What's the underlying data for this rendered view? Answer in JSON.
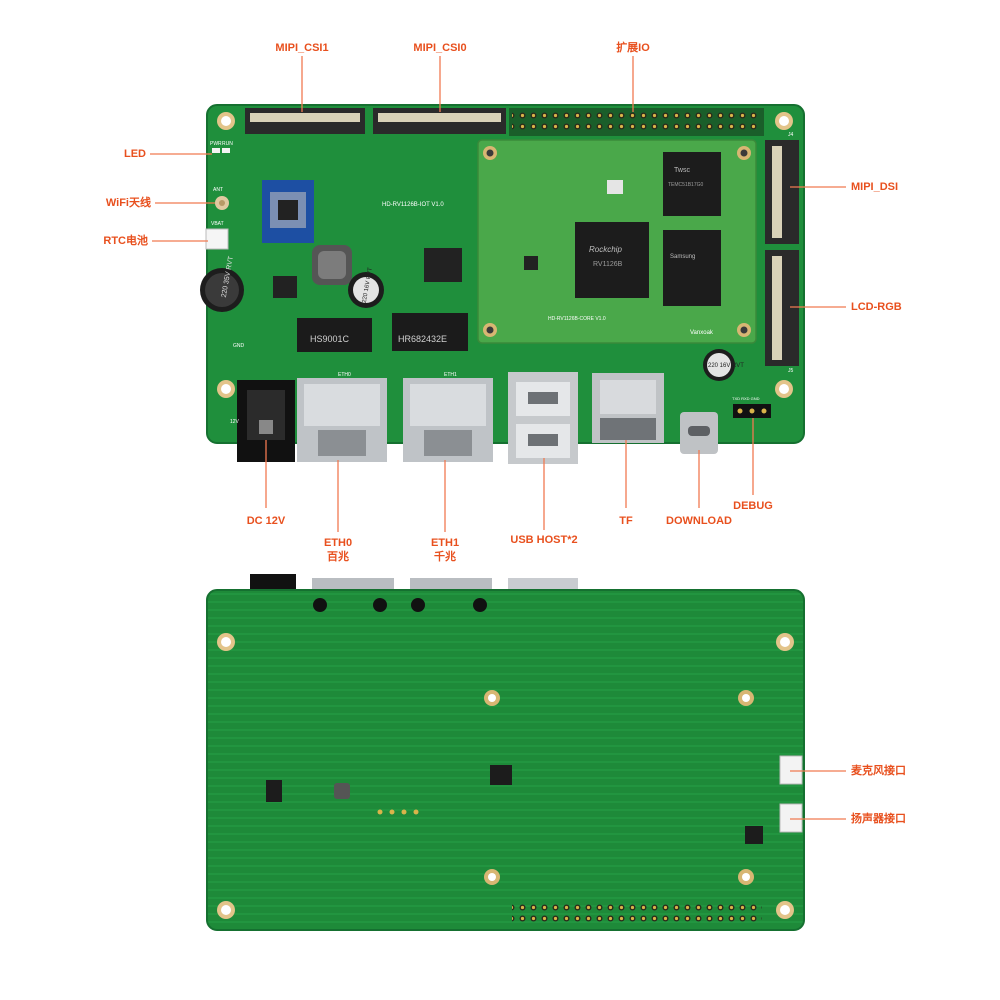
{
  "colors": {
    "pcb": "#1f8f3c",
    "pcb_dark": "#176f2e",
    "core": "#4aa84a",
    "callout": "#e8501e",
    "leader": "#f07a50",
    "metal": "#c9ccd0",
    "chip": "#1b1b1b"
  },
  "top_labels": {
    "mipi_csi1": "MIPI_CSI1",
    "mipi_csi0": "MIPI_CSI0",
    "expansion_io": "扩展IO",
    "led": "LED",
    "wifi_antenna": "WiFi天线",
    "rtc_battery": "RTC电池",
    "mipi_dsi": "MIPI_DSI",
    "lcd_rgb": "LCD-RGB",
    "dc_12v": "DC 12V",
    "eth0_line1": "ETH0",
    "eth0_line2": "百兆",
    "eth1_line1": "ETH1",
    "eth1_line2": "千兆",
    "usb_host": "USB HOST*2",
    "tf": "TF",
    "download": "DOWNLOAD",
    "debug": "DEBUG"
  },
  "bottom_labels": {
    "mic": "麦克风接口",
    "speaker": "扬声器接口"
  },
  "silkscreen": {
    "board_name": "HD-RV1126B-IOT V1.0",
    "core_name": "HD-RV1126B-CORE V1.0",
    "soc_brand": "Rockchip",
    "soc_model": "RV1126B",
    "ram_brand": "Twsc",
    "ram_model": "TEMC51B17G0",
    "flash_brand": "Samsung",
    "phy0": "HS9001C",
    "phy1": "HR682432E",
    "cap1": "220 35V RVT",
    "cap2": "220 16V RVT",
    "cap3": "220 16V RVT",
    "vendor": "Vanxoak",
    "jp_labels": [
      "PWR",
      "RUN",
      "ANT",
      "VBAT",
      "GND",
      "12V",
      "ETH0",
      "ETH1",
      "TXD RXD GND",
      "J4",
      "J5"
    ]
  }
}
